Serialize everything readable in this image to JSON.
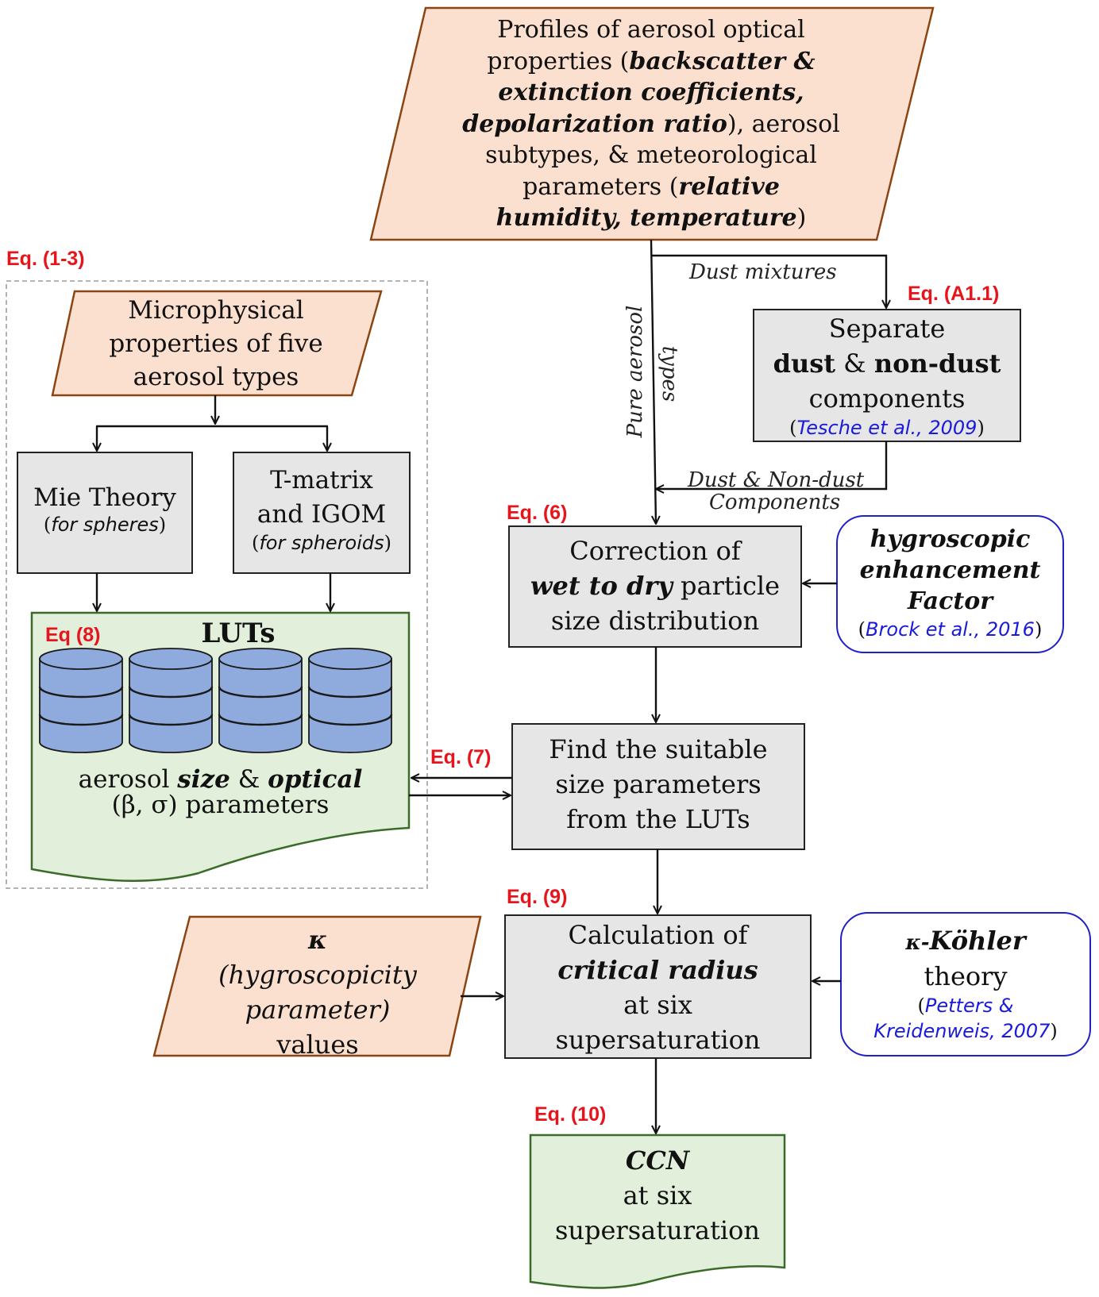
{
  "colors": {
    "input_fill": "#fbe0d0",
    "input_stroke": "#8b4513",
    "process_fill": "#e6e6e6",
    "output_fill": "#e2efda",
    "output_stroke": "#3a6b28",
    "database_fill": "#8faadc",
    "reference_stroke": "#2020c8",
    "equation_label": "#e8141c",
    "citation": "#1a1adb"
  },
  "nodes": {
    "profiles": {
      "l1": "Profiles of aerosol optical",
      "l2a": "properties (",
      "l2b": "backscatter &",
      "l3": "extinction coefficients,",
      "l4a": "depolarization ratio",
      "l4b": "), aerosol",
      "l5": "subtypes, & meteorological",
      "l6a": "parameters (",
      "l6b": "relative",
      "l7a": "humidity, temperature",
      "l7b": ")"
    },
    "microphysical": {
      "l1": "Microphysical",
      "l2": "properties of five",
      "l3": "aerosol types"
    },
    "mie": {
      "title": "Mie Theory",
      "note_open": "(",
      "note": "for spheres",
      "note_close": ")"
    },
    "tmatrix": {
      "l1": "T-matrix",
      "l2": "and IGOM",
      "note_open": "(",
      "note": "for spheroids",
      "note_close": ")"
    },
    "luts": {
      "title": "LUTs",
      "db_count": 4,
      "l1a": "aerosol ",
      "l1b": "size",
      "l1c": " & ",
      "l1d": "optical",
      "l2": "(β, σ) parameters"
    },
    "separate": {
      "l1": "Separate",
      "l2a": "dust",
      "l2b": " & ",
      "l2c": "non-dust",
      "l3": "components",
      "cite_open": "(",
      "cite": "Tesche et al., 2009",
      "cite_close": ")"
    },
    "correction": {
      "l1": "Correction of",
      "l2a": "wet to dry",
      "l2b": " particle",
      "l3": "size distribution"
    },
    "hygroscopic": {
      "l1": "hygroscopic",
      "l2": "enhancement",
      "l3": "Factor",
      "cite_open": "(",
      "cite": "Brock et al., 2016",
      "cite_close": ")"
    },
    "find": {
      "l1": "Find the suitable",
      "l2": "size parameters",
      "l3": "from the LUTs"
    },
    "kappa": {
      "l1": "κ",
      "l2": "(hygroscopicity",
      "l3": "parameter)",
      "l4": "values"
    },
    "critical": {
      "l1": "Calculation of",
      "l2": "critical radius",
      "l3": "at six",
      "l4": "supersaturation"
    },
    "kohler": {
      "l1a": "κ-",
      "l1b": "Köhler",
      "l2": "theory",
      "cite_open": "(",
      "cite1": "Petters &",
      "cite2": "Kreidenweis, 2007",
      "cite_close": ")"
    },
    "ccn": {
      "l1": "CCN",
      "l2": "at six",
      "l3": "supersaturation"
    }
  },
  "edge_labels": {
    "dust_mixtures": "Dust mixtures",
    "pure_aerosol": "Pure aerosol",
    "types": "types",
    "dust_nondust_1": "Dust & Non-dust",
    "dust_nondust_2": "Components"
  },
  "equations": {
    "eq_1_3": "Eq. (1-3)",
    "eq_a11": "Eq. (A1.1)",
    "eq_6": "Eq. (6)",
    "eq_8": "Eq (8)",
    "eq_7": "Eq. (7)",
    "eq_9": "Eq. (9)",
    "eq_10": "Eq. (10)"
  }
}
